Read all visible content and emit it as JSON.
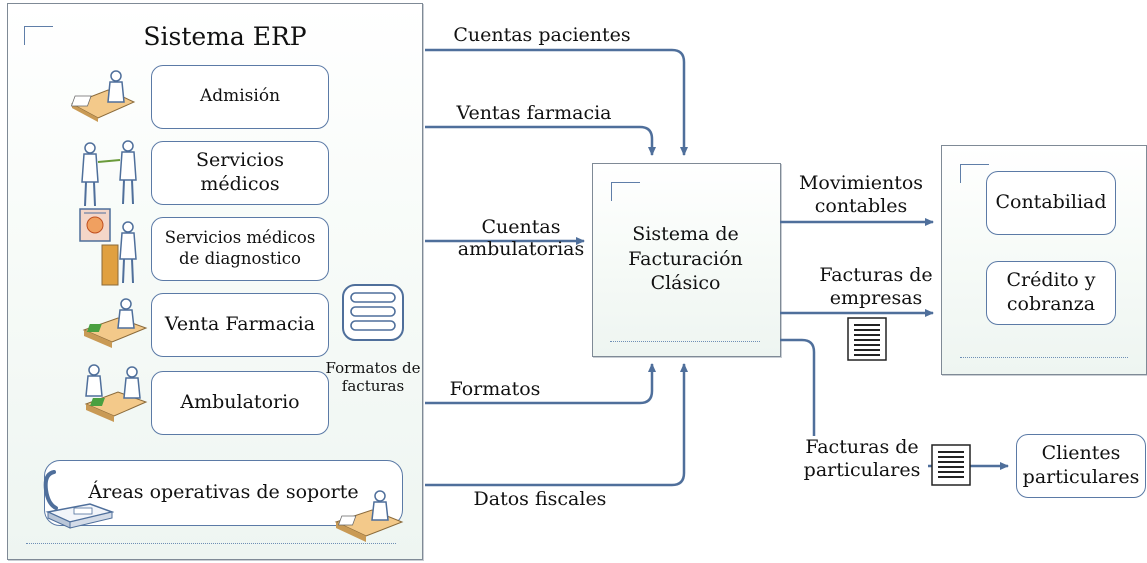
{
  "erp": {
    "title": "Sistema ERP",
    "modules": {
      "admision": "Admisión",
      "servicios_medicos_1": "Servicios",
      "servicios_medicos_2": "médicos",
      "diagnostico_1": "Servicios médicos",
      "diagnostico_2": "de diagnostico",
      "venta_farmacia": "Venta Farmacia",
      "ambulatorio": "Ambulatorio"
    },
    "formatos_1": "Formatos de",
    "formatos_2": "facturas",
    "areas": "Áreas operativas de soporte"
  },
  "flows": {
    "cuentas_pacientes": "Cuentas pacientes",
    "ventas_farmacia": "Ventas farmacia",
    "cuentas_amb_1": "Cuentas",
    "cuentas_amb_2": "ambulatorias",
    "formatos": "Formatos",
    "datos_fiscales": "Datos fiscales",
    "movimientos_1": "Movimientos",
    "movimientos_2": "contables",
    "facturas_empresas_1": "Facturas de",
    "facturas_empresas_2": "empresas",
    "facturas_part_1": "Facturas de",
    "facturas_part_2": "particulares"
  },
  "facturacion": {
    "line1": "Sistema de",
    "line2": "Facturación",
    "line3": "Clásico"
  },
  "accounting": {
    "contabilidad": "Contabiliad",
    "credito_1": "Crédito y",
    "credito_2": "cobranza"
  },
  "clientes": {
    "line1": "Clientes",
    "line2": "particulares"
  },
  "colors": {
    "arrow": "#4f6f9b",
    "box_border": "#5b7aa6",
    "panel_border": "#7f8a96"
  }
}
